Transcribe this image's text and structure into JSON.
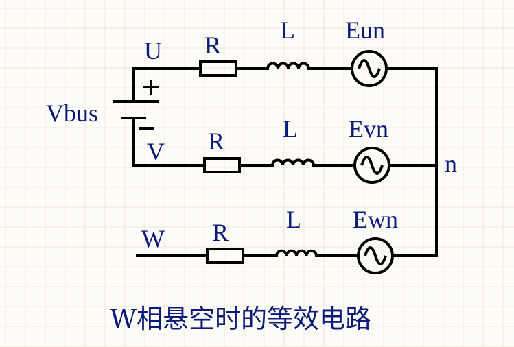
{
  "labels": {
    "vbus": "Vbus",
    "node_u": "U",
    "node_v": "V",
    "node_w": "W",
    "node_n": "n",
    "resistor": "R",
    "inductor": "L",
    "source_u": "Eun",
    "source_v": "Evn",
    "source_w": "Ewn"
  },
  "caption": "W相悬空时的等效电路",
  "colors": {
    "label": "#0a1a7a",
    "wire": "#000000",
    "grid": "#ebe8dc",
    "background": "#fdfcf7"
  }
}
